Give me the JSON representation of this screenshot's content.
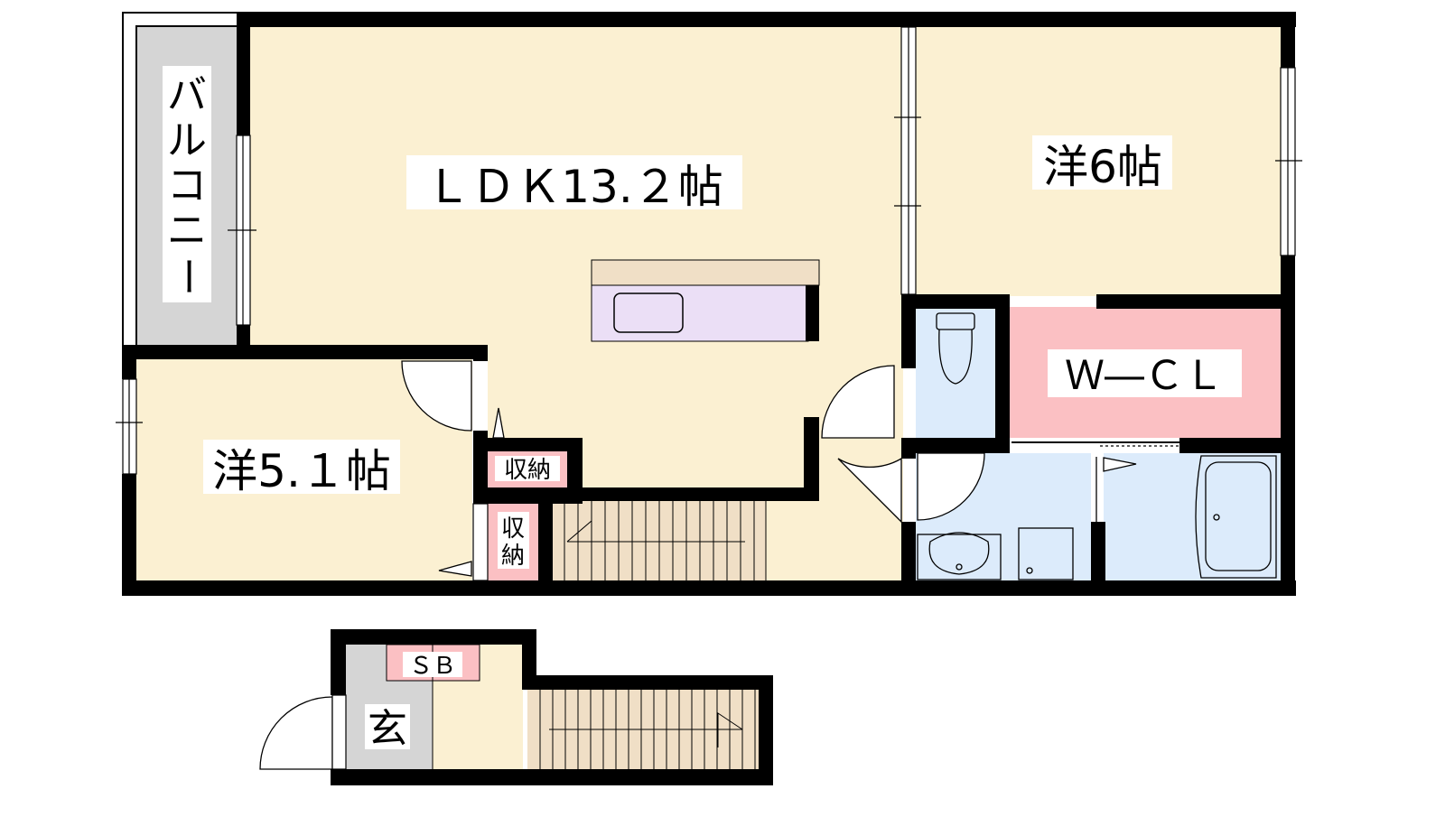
{
  "rooms": {
    "ldk": {
      "label": "ＬＤＫ13.２帖"
    },
    "western_6": {
      "label": "洋6帖"
    },
    "western_5_1": {
      "label": "洋5.１帖"
    },
    "wcl": {
      "label": "Ｗ―ＣＬ"
    },
    "balcony": {
      "label_chars": [
        "バ",
        "ル",
        "コ",
        "ニ",
        "ー"
      ]
    },
    "storage_1": {
      "label": "収納"
    },
    "storage_2": {
      "label_chars": [
        "収",
        "納"
      ]
    },
    "entrance": {
      "label": "玄"
    },
    "shoe_box": {
      "label": "ＳＢ"
    }
  },
  "colors": {
    "wall": "#000000",
    "room_floor": "#fbf0d2",
    "balcony_floor": "#d5d5d5",
    "entrance_floor": "#d5d5d5",
    "wet_area": "#dcebfb",
    "wcl_floor": "#fbc0c3",
    "storage_floor": "#fbc0c3",
    "stairs_floor": "#f0dfc6",
    "kitchen_counter": "#ebdff6",
    "kitchen_top": "#f0dfc6"
  }
}
